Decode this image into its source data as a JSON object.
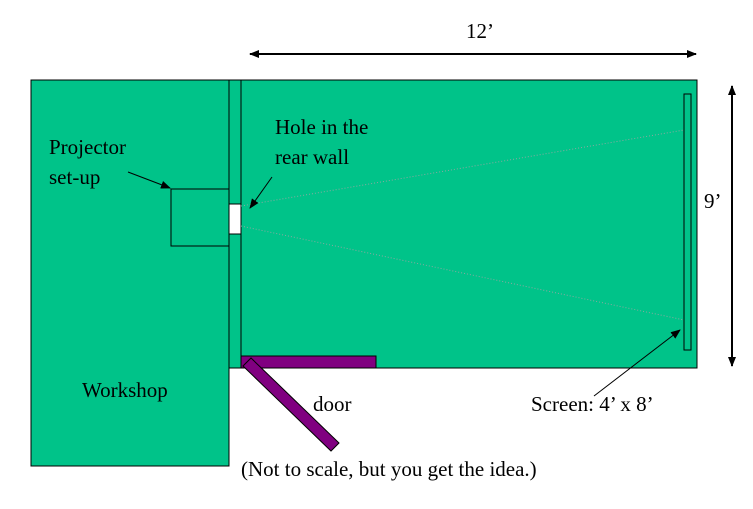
{
  "colors": {
    "room_fill": "#00c389",
    "door_fill": "#800080",
    "outline": "#000000",
    "hole_fill": "#ffffff",
    "light_beam": "#8ca8a0"
  },
  "labels": {
    "width_dimension": "12’",
    "height_dimension": "9’",
    "projector_line1": "Projector",
    "projector_line2": "set-up",
    "hole_line1": "Hole in the",
    "hole_line2": "rear wall",
    "workshop": "Workshop",
    "door": "door",
    "screen": "Screen: 4’ x 8’",
    "note": "(Not to scale, but you get the idea.)"
  }
}
